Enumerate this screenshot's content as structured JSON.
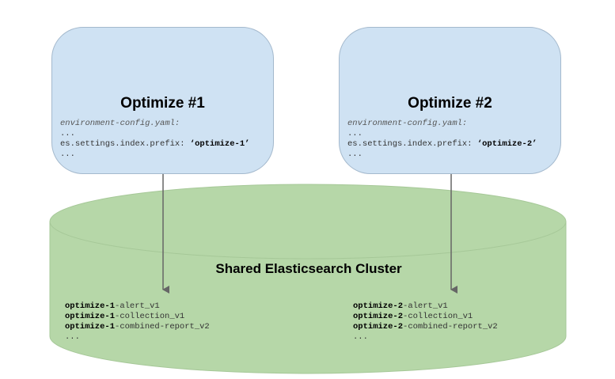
{
  "instances": [
    {
      "title": "Optimize #1",
      "config_file": "environment-config.yaml:",
      "ellipsis_top": "...",
      "setting_key": "es.settings.index.prefix: ",
      "setting_value": "‘optimize-1’",
      "ellipsis_bottom": "...",
      "indices": [
        {
          "prefix": "optimize-1",
          "suffix": "-alert_v1"
        },
        {
          "prefix": "optimize-1",
          "suffix": "-collection_v1"
        },
        {
          "prefix": "optimize-1",
          "suffix": "-combined-report_v2"
        }
      ],
      "indices_ellipsis": "..."
    },
    {
      "title": "Optimize #2",
      "config_file": "environment-config.yaml:",
      "ellipsis_top": "...",
      "setting_key": "es.settings.index.prefix: ",
      "setting_value": "‘optimize-2’",
      "ellipsis_bottom": "...",
      "indices": [
        {
          "prefix": "optimize-2",
          "suffix": "-alert_v1"
        },
        {
          "prefix": "optimize-2",
          "suffix": "-collection_v1"
        },
        {
          "prefix": "optimize-2",
          "suffix": "-combined-report_v2"
        }
      ],
      "indices_ellipsis": "..."
    }
  ],
  "cluster": {
    "title": "Shared Elasticsearch Cluster"
  },
  "colors": {
    "instance_fill": "#cfe2f3",
    "cluster_fill": "#b6d7a8",
    "arrow": "#666666"
  }
}
